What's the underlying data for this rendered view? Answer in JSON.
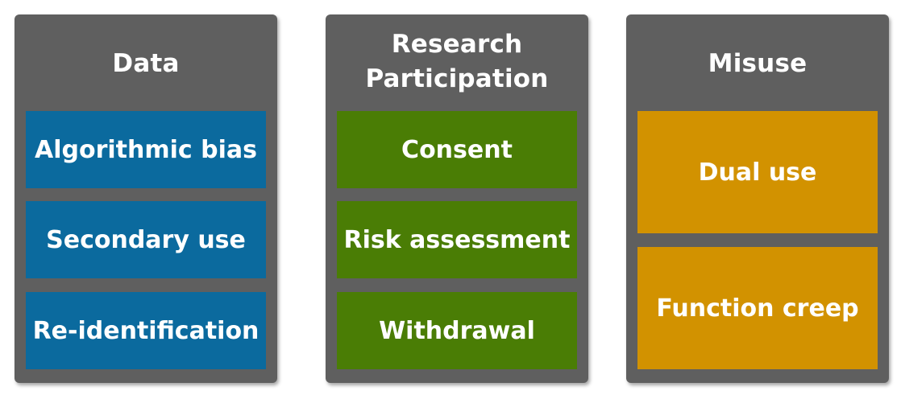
{
  "columns": [
    {
      "title": "Data",
      "color": "#0b6a9e",
      "items": [
        "Algorithmic bias",
        "Secondary use",
        "Re-identification"
      ]
    },
    {
      "title": "Research\nParticipation",
      "color": "#4a7d05",
      "items": [
        "Consent",
        "Risk assessment",
        "Withdrawal"
      ]
    },
    {
      "title": "Misuse",
      "color": "#d29200",
      "items": [
        "Dual use",
        "Function creep"
      ]
    }
  ],
  "panel_color": "#5f5f5f"
}
